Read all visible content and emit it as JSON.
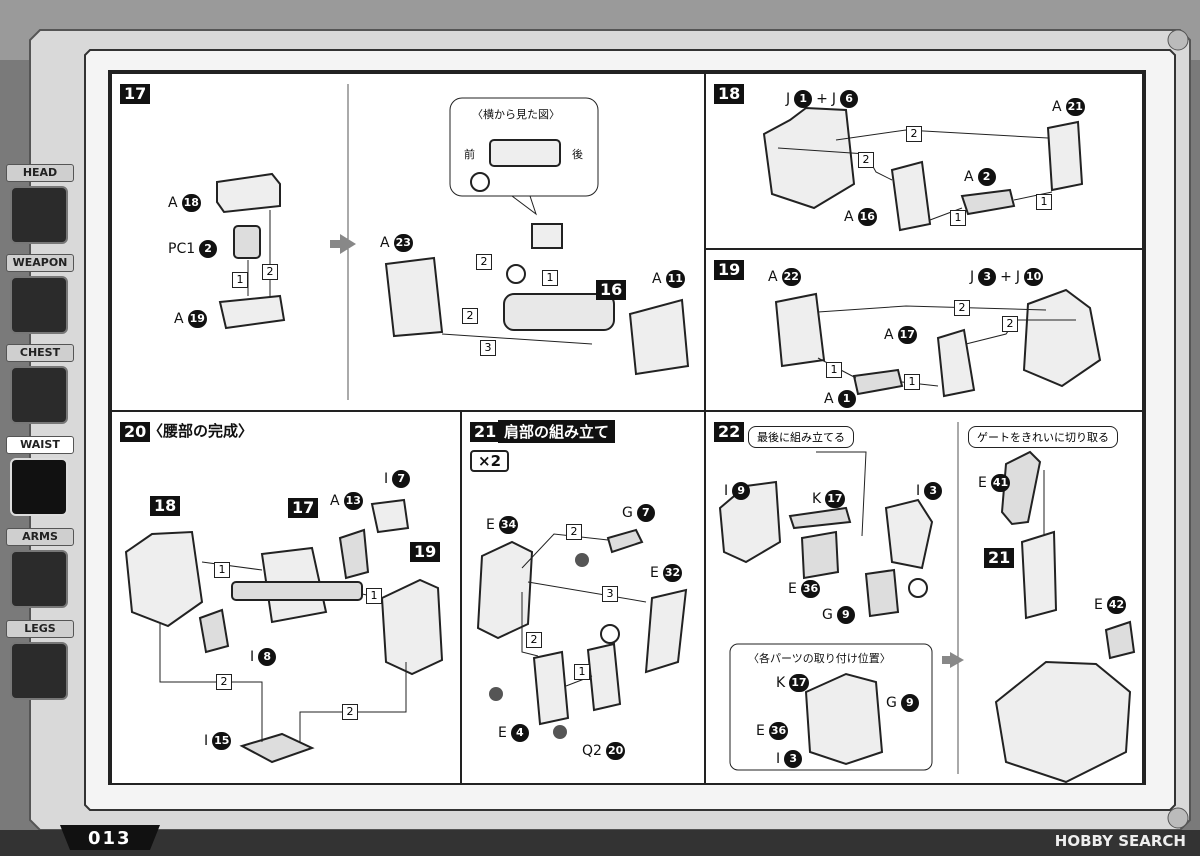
{
  "page_number": "013",
  "watermark": "HOBBY SEARCH",
  "sidebar": {
    "tabs": [
      {
        "label": "HEAD",
        "icon": "head-icon",
        "active": false
      },
      {
        "label": "WEAPON",
        "icon": "weapon-icon",
        "active": false
      },
      {
        "label": "CHEST",
        "icon": "chest-icon",
        "active": false
      },
      {
        "label": "WAIST",
        "icon": "waist-icon",
        "active": true
      },
      {
        "label": "ARMS",
        "icon": "arms-icon",
        "active": false
      },
      {
        "label": "LEGS",
        "icon": "legs-icon",
        "active": false
      }
    ]
  },
  "step17": {
    "num": "17",
    "labels": {
      "a18_letter": "A",
      "a18": "18",
      "pc1_letter": "PC1",
      "pc1": "2",
      "a19_letter": "A",
      "a19": "19",
      "a23_letter": "A",
      "a23": "23",
      "a11_letter": "A",
      "a11": "11",
      "ref16": "16"
    },
    "side_view": {
      "title": "〈横から見た図〉",
      "front": "前",
      "back": "後"
    },
    "steps": [
      "1",
      "2",
      "3"
    ]
  },
  "step18": {
    "num": "18",
    "labels": {
      "j1_j6_a": "J",
      "j1_j6_n1": "1",
      "j1_j6_plus": "+",
      "j1_j6_b": "J",
      "j1_j6_n2": "6",
      "a21_letter": "A",
      "a21": "21",
      "a2_letter": "A",
      "a2": "2",
      "a16_letter": "A",
      "a16": "16"
    },
    "steps": [
      "1",
      "2"
    ]
  },
  "step19": {
    "num": "19",
    "labels": {
      "a22_letter": "A",
      "a22": "22",
      "j3_j10_a": "J",
      "j3_j10_n1": "3",
      "j3_j10_plus": "+",
      "j3_j10_b": "J",
      "j3_j10_n2": "10",
      "a17_letter": "A",
      "a17": "17",
      "a1_letter": "A",
      "a1": "1"
    },
    "steps": [
      "1",
      "2"
    ]
  },
  "step20": {
    "num": "20",
    "title": "〈腰部の完成〉",
    "labels": {
      "ref18": "18",
      "ref17": "17",
      "ref19": "19",
      "i7_letter": "I",
      "i7": "7",
      "a13_letter": "A",
      "a13": "13",
      "i8_letter": "I",
      "i8": "8",
      "i15_letter": "I",
      "i15": "15"
    },
    "steps": [
      "1",
      "2"
    ]
  },
  "step21": {
    "num": "21",
    "title": "肩部の組み立て",
    "multiplier": "×2",
    "labels": {
      "e34_letter": "E",
      "e34": "34",
      "g7_letter": "G",
      "g7": "7",
      "e32_letter": "E",
      "e32": "32",
      "e4_letter": "E",
      "e4": "4",
      "q2_letter": "Q2",
      "q2": "20"
    },
    "steps": [
      "1",
      "2",
      "3"
    ]
  },
  "step22": {
    "num": "22",
    "note_last": "最後に組み立てる",
    "note_gate": "ゲートをきれいに切り取る",
    "mount_title": "〈各パーツの取り付け位置〉",
    "ref21": "21",
    "labels": {
      "i9_letter": "I",
      "i9": "9",
      "k17_letter": "K",
      "k17": "17",
      "i3_letter": "I",
      "i3": "3",
      "e36_letter": "E",
      "e36": "36",
      "g9_letter": "G",
      "g9": "9",
      "e41_letter": "E",
      "e41": "41",
      "e42_letter": "E",
      "e42": "42"
    }
  }
}
